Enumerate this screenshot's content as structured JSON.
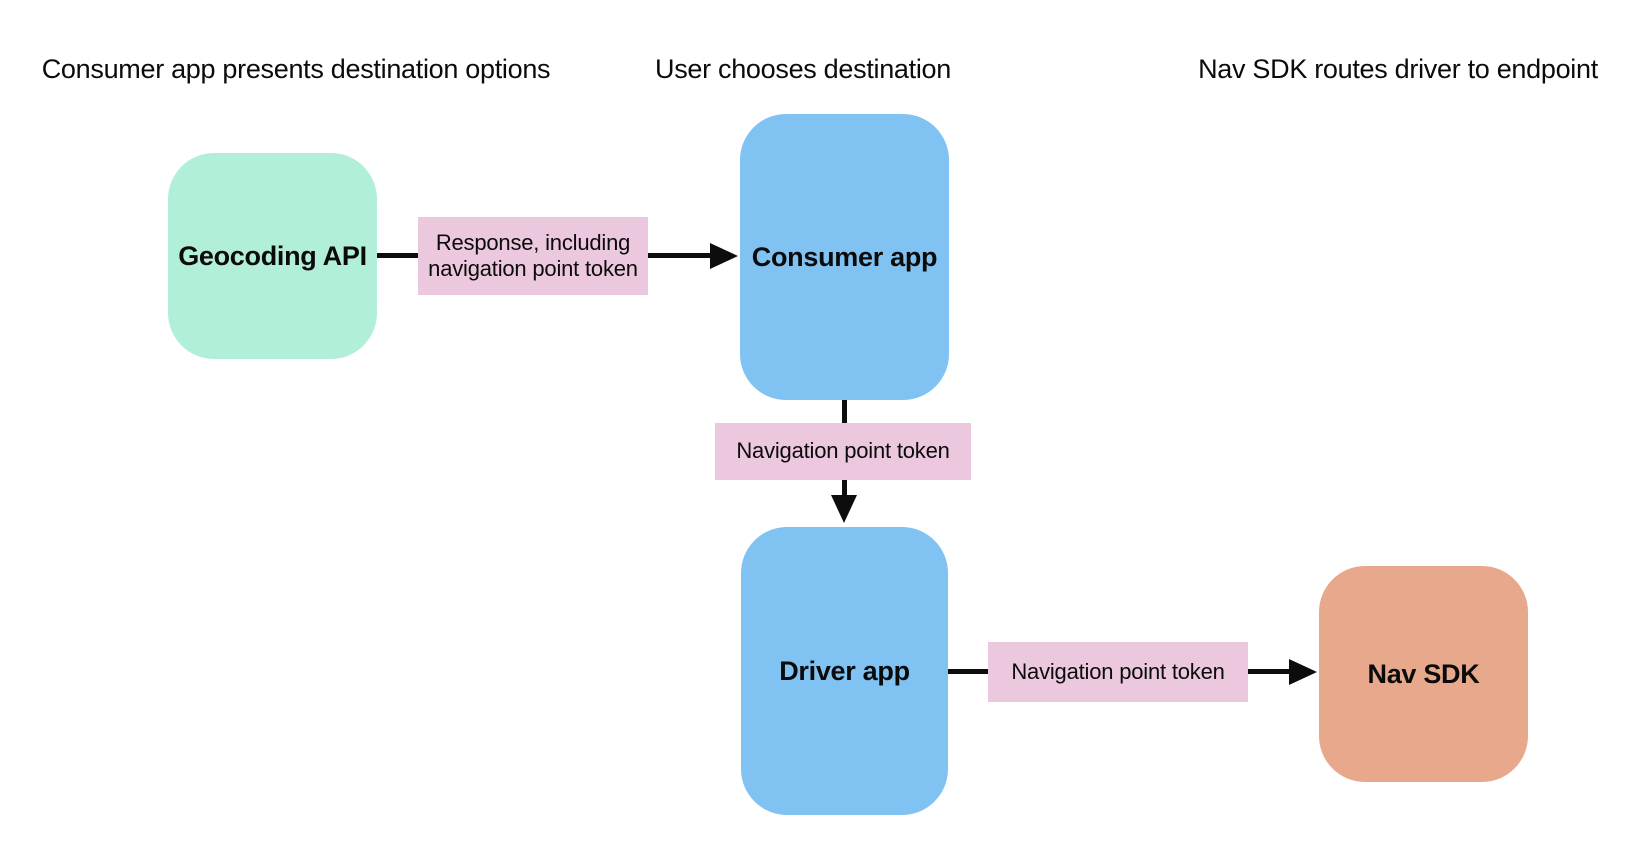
{
  "diagram": {
    "headers": [
      {
        "label": "Consumer app presents destination options"
      },
      {
        "label": "User chooses destination"
      },
      {
        "label": "Nav SDK routes driver to endpoint"
      }
    ],
    "nodes": [
      {
        "id": "geocoding-api",
        "label": "Geocoding API",
        "color": "#b2efd8"
      },
      {
        "id": "consumer-app",
        "label": "Consumer app",
        "color": "#80c2f1"
      },
      {
        "id": "driver-app",
        "label": "Driver app",
        "color": "#80c2f1"
      },
      {
        "id": "nav-sdk",
        "label": "Nav SDK",
        "color": "#e7a88b"
      }
    ],
    "edge_labels": [
      {
        "label": "Response, including navigation point token",
        "color": "#ecc8de"
      },
      {
        "label": "Navigation point token",
        "color": "#ecc8de"
      },
      {
        "label": "Navigation point token",
        "color": "#ecc8de"
      }
    ],
    "arrow_color": "#0d0d0d",
    "text_color": "#0b0b0b",
    "background_color": "#ffffff"
  }
}
